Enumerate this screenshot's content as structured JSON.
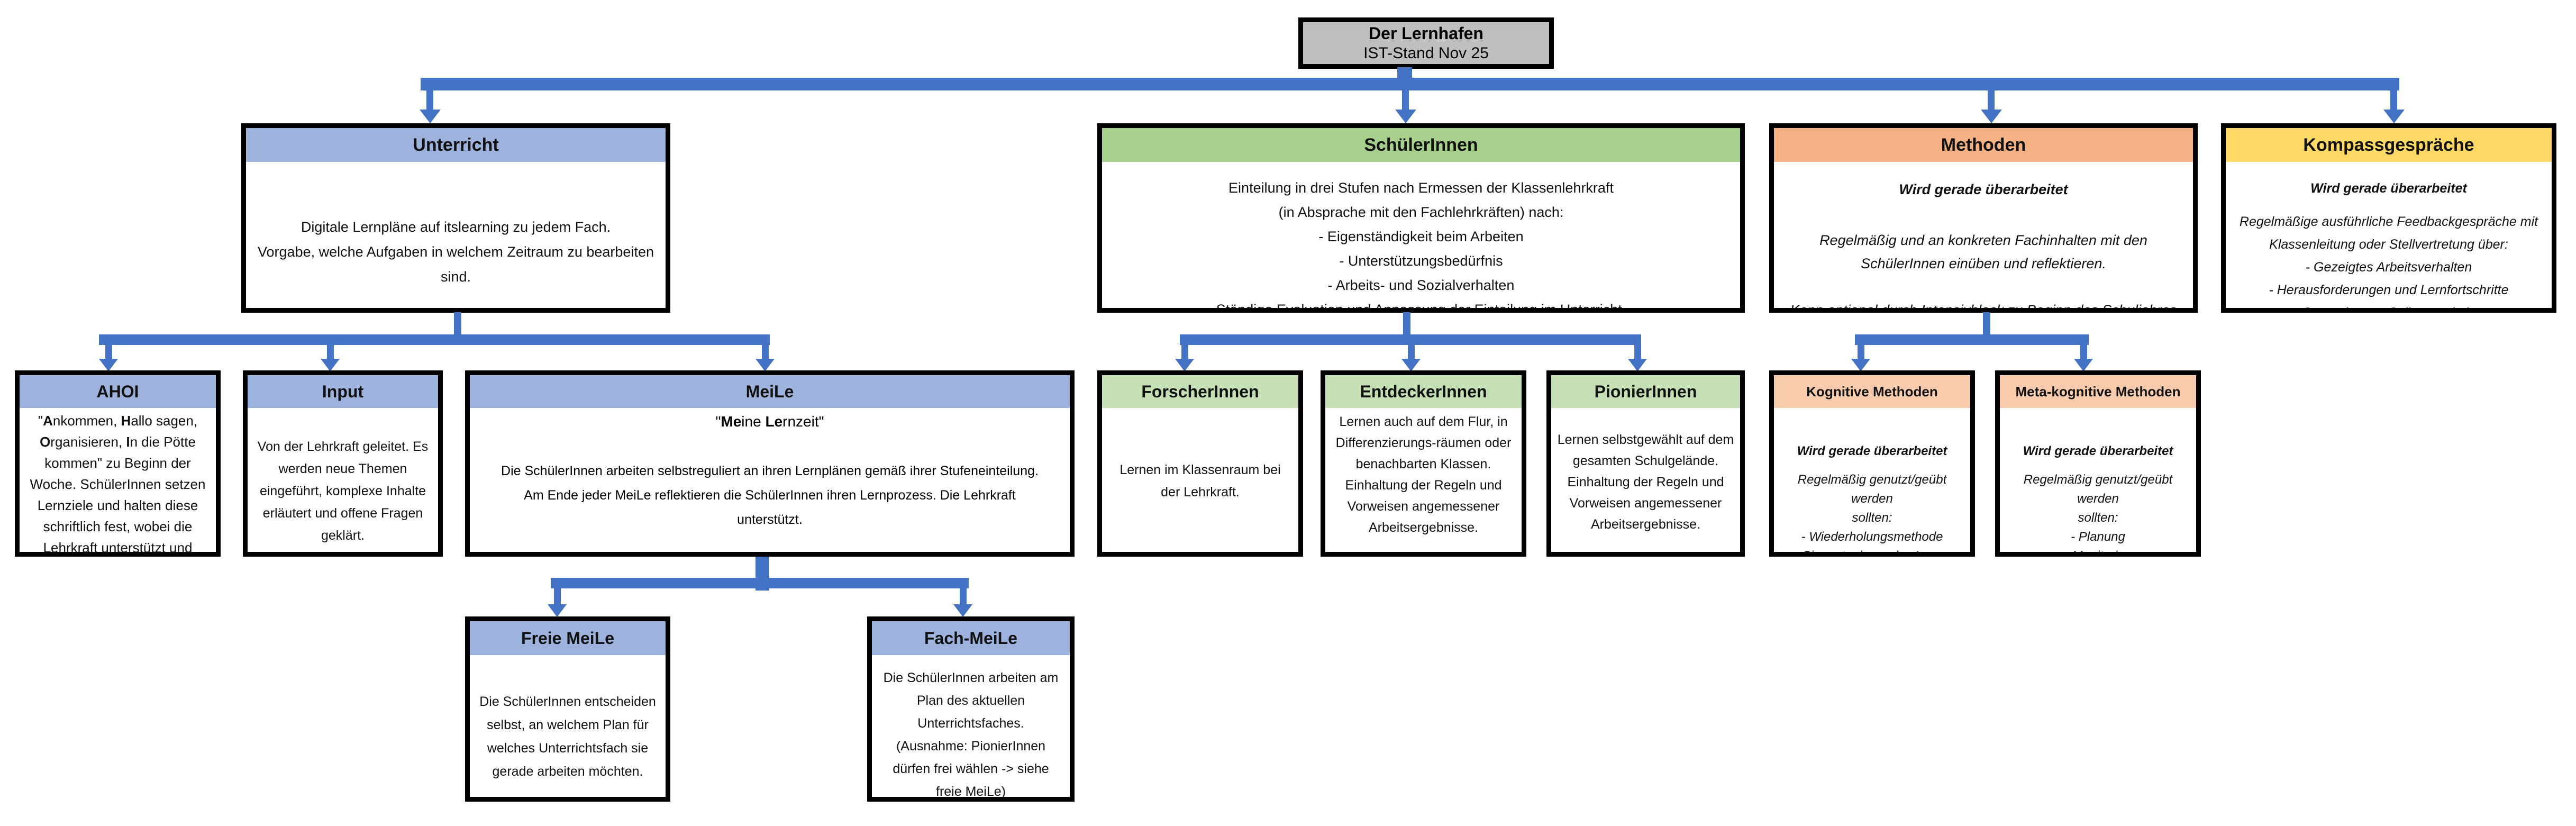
{
  "root": {
    "title": "Der Lernhafen",
    "subtitle": "IST-Stand Nov 25"
  },
  "boxes": {
    "unterricht": {
      "title": "Unterricht",
      "body": "Digitale Lernpläne auf itslearning zu jedem Fach.\nVorgabe, welche Aufgaben in welchem Zeitraum zu bearbeiten\nsind.\n\nFormatvorgaben werden durch die Fachschaften festgelegt."
    },
    "schuelerinnen": {
      "title": "SchülerInnen",
      "body": "Einteilung in drei Stufen nach Ermessen der Klassenlehrkraft\n(in Absprache mit den Fachlehrkräften) nach:\n- Eigenständigkeit beim Arbeiten\n- Unterstützungsbedürfnis\n- Arbeits- und Sozialverhalten\nStändige Evaluation und Anpassung der Einteilung im Unterricht."
    },
    "methoden": {
      "title": "Methoden",
      "status": "Wird gerade überarbeitet",
      "body": "Regelmäßig und an konkreten Fachinhalten mit den\nSchülerInnen einüben und reflektieren.\n\nKann optional durch Intensivblock zu Beginn des Schuljahres\nunterstützt werden."
    },
    "kompassgespraeche": {
      "title": "Kompassgespräche",
      "status": "Wird gerade überarbeitet",
      "body": "Regelmäßige ausführliche Feedbackgespräche mit\nKlassenleitung oder Stellvertretung über:\n- Gezeigtes Arbeitsverhalten\n- Herausforderungen und Lernfortschritte\n- Strategien zur Selbstregulation\n- Individuelle Unterstützung"
    },
    "ahoi": {
      "title": "AHOI",
      "body_segments": [
        [
          "\"",
          0
        ],
        [
          "A",
          1
        ],
        [
          "nkommen, ",
          0
        ],
        [
          "H",
          1
        ],
        [
          "allo sagen, ",
          0
        ],
        [
          "O",
          1
        ],
        [
          "rganisieren, ",
          0
        ],
        [
          "I",
          1
        ],
        [
          "n die Pötte kommen\" zu Beginn der Woche. SchülerInnen setzen Lernziele und halten diese schriftlich fest, wobei die Lehrkraft unterstützt und",
          0
        ]
      ]
    },
    "input": {
      "title": "Input",
      "body": "Von der Lehrkraft geleitet. Es\nwerden neue Themen\neingeführt, komplexe Inhalte\nerläutert und offene Fragen\ngeklärt."
    },
    "meile": {
      "title": "MeiLe",
      "quote_segments": [
        [
          "\"",
          0
        ],
        [
          "Me",
          1
        ],
        [
          "ine ",
          0
        ],
        [
          "Le",
          1
        ],
        [
          "rnzeit\"",
          0
        ]
      ],
      "body": "Die SchülerInnen arbeiten selbstreguliert an ihren Lernplänen gemäß ihrer Stufeneinteilung.\nAm Ende jeder MeiLe reflektieren die SchülerInnen ihren Lernprozess. Die Lehrkraft\nunterstützt."
    },
    "forscherinnen": {
      "title": "ForscherInnen",
      "body": "Lernen im Klassenraum bei\nder Lehrkraft."
    },
    "entdeckerinnen": {
      "title": "EntdeckerInnen",
      "body": "Lernen auch auf dem Flur, in\nDifferenzierungs-räumen oder\nbenachbarten Klassen.\nEinhaltung der Regeln und\nVorweisen angemessener\nArbeitsergebnisse."
    },
    "pionierinnen": {
      "title": "PionierInnen",
      "body": "Lernen selbstgewählt auf dem\ngesamten Schulgelände.\nEinhaltung der Regeln und\nVorweisen angemessener\nArbeitsergebnisse."
    },
    "kognitive": {
      "title": "Kognitive Methoden",
      "status": "Wird gerade überarbeitet",
      "body": "Regelmäßig genutzt/geübt werden\nsollten:\n- Wiederholungsmethode\n- Sinnentnehmendes Lesen\n- Mindmapping"
    },
    "metakognitive": {
      "title": "Meta-kognitive Methoden",
      "status": "Wird gerade überarbeitet",
      "body": "Regelmäßig genutzt/geübt werden\nsollten:\n- Planung\n- Monitoring\n- Evaluation"
    },
    "freie_meile": {
      "title": "Freie MeiLe",
      "body": "Die SchülerInnen entscheiden\nselbst, an welchem Plan für\nwelches Unterrichtsfach sie\ngerade arbeiten möchten."
    },
    "fach_meile": {
      "title": "Fach-MeiLe",
      "body": "Die SchülerInnen arbeiten am\nPlan des aktuellen\nUnterrichtsfaches.\n(Ausnahme: PionierInnen\ndürfen frei wählen -> siehe\nfreie MeiLe)"
    }
  },
  "colors": {
    "root_fill": "#BFBFBF",
    "blue": "#9DB2DD",
    "green": "#A8D08D",
    "green_light": "#C5E0B4",
    "orange": "#F4B183",
    "orange_light": "#F7CBAC",
    "yellow": "#FFD966",
    "arrow": "#4472C4",
    "border": "#000000"
  }
}
